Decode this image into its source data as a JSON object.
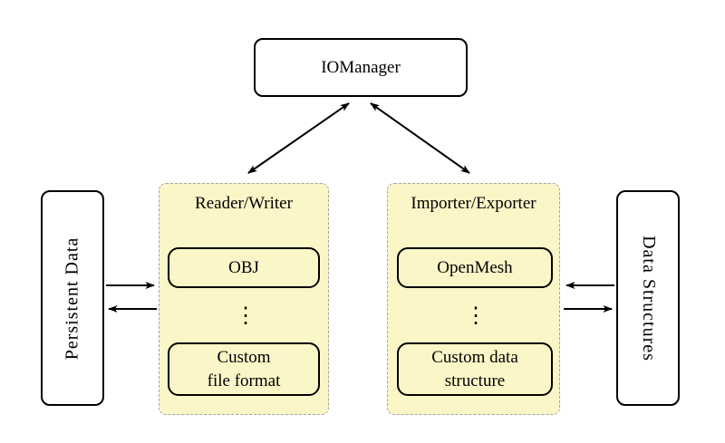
{
  "colors": {
    "background": "#FFFFFF",
    "panel_fill": "#FBF6C8",
    "panel_border": "#A3A3A3",
    "line_color": "#000000"
  },
  "nodes": {
    "io_manager": {
      "label": "IOManager"
    },
    "persistent_data": {
      "label": "Persistent Data"
    },
    "data_structures": {
      "label": "Data Structures"
    },
    "reader_writer": {
      "title": "Reader/Writer",
      "top_item": "OBJ",
      "ellipsis": "⋮",
      "bottom_item": "Custom\nfile format"
    },
    "importer_exporter": {
      "title": "Importer/Exporter",
      "top_item": "OpenMesh",
      "ellipsis": "⋮",
      "bottom_item": "Custom data\nstructure"
    }
  }
}
